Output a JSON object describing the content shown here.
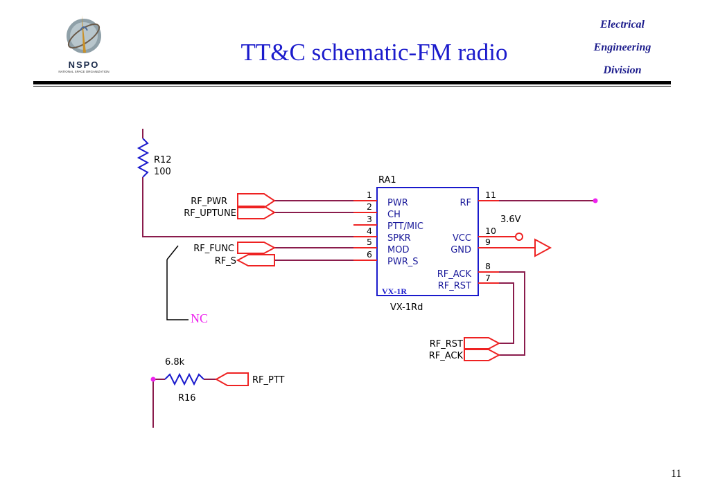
{
  "header": {
    "logo_text": "NSPO",
    "logo_subtext": "NATIONAL SPACE ORGANIZATION",
    "title": "TT&C schematic-FM radio",
    "department": [
      "Electrical",
      "Engineering",
      "Division"
    ]
  },
  "page_number": "11",
  "colors": {
    "title": "#1b1bcc",
    "wire": "#8a1c4c",
    "pin": "#ee2222",
    "component": "#1a1acc",
    "net_junction": "#ee22ee",
    "nc_label": "#ee22ee"
  },
  "schematic": {
    "resistor_r12": {
      "ref": "R12",
      "value": "100"
    },
    "resistor_r16": {
      "ref": "R16",
      "value": "6.8k"
    },
    "chip": {
      "ref": "RA1",
      "part": "VX-1Rd",
      "inner_label": "VX-1R",
      "left_pins": [
        {
          "num": "1",
          "name": "PWR"
        },
        {
          "num": "2",
          "name": "CH"
        },
        {
          "num": "3",
          "name": "PTT/MIC"
        },
        {
          "num": "4",
          "name": "SPKR"
        },
        {
          "num": "5",
          "name": "MOD"
        },
        {
          "num": "6",
          "name": "PWR_S"
        }
      ],
      "right_pins": [
        {
          "num": "11",
          "name": "RF"
        },
        {
          "num": "10",
          "name": "VCC"
        },
        {
          "num": "9",
          "name": "GND"
        },
        {
          "num": "8",
          "name": "RF_ACK"
        },
        {
          "num": "7",
          "name": "RF_RST"
        }
      ]
    },
    "ports_left": [
      "RF_PWR",
      "RF_UPTUNE",
      "RF_FUNC",
      "RF_S"
    ],
    "ports_bottom": [
      "RF_RST",
      "RF_ACK"
    ],
    "port_ptt": "RF_PTT",
    "vcc_label": "3.6V",
    "nc_label": "NC"
  }
}
